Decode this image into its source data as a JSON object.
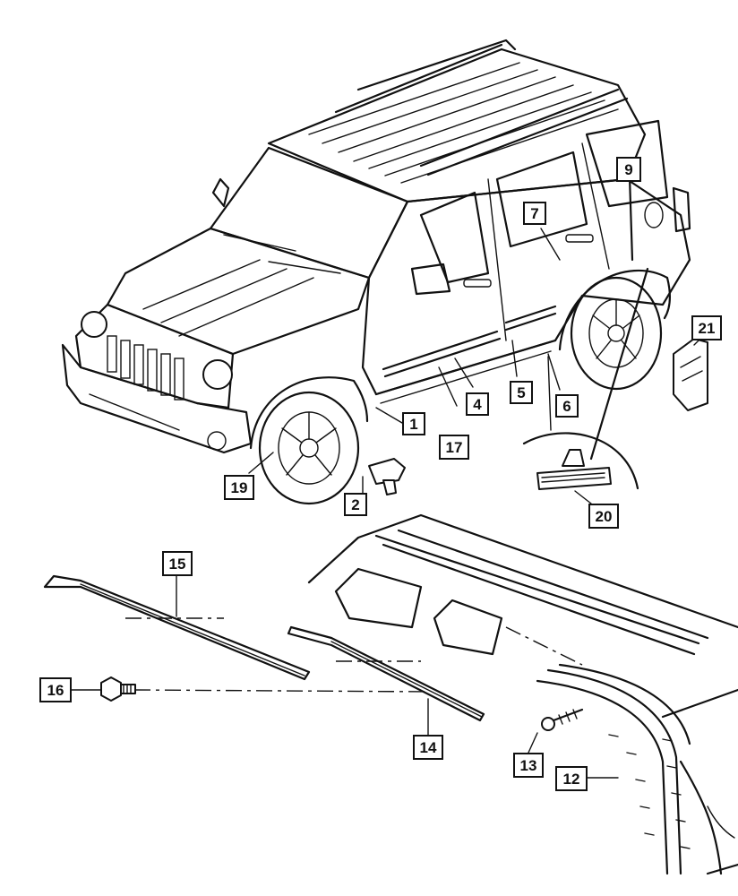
{
  "callouts": {
    "c1": "1",
    "c2": "2",
    "c4": "4",
    "c5": "5",
    "c6": "6",
    "c7": "7",
    "c9": "9",
    "c12": "12",
    "c13": "13",
    "c14": "14",
    "c15": "15",
    "c16": "16",
    "c17": "17",
    "c19": "19",
    "c20": "20",
    "c21": "21"
  }
}
